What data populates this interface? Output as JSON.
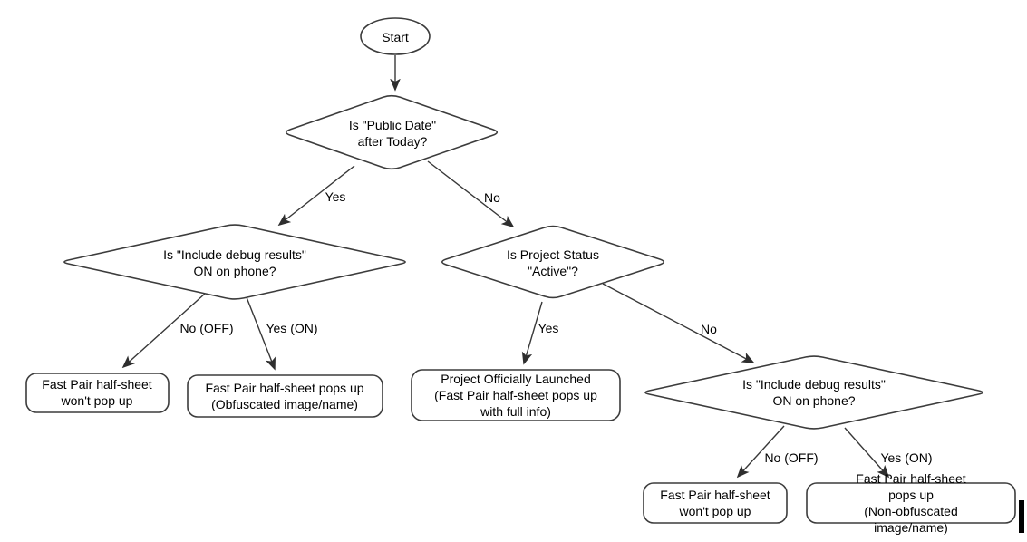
{
  "flowchart": {
    "nodes": {
      "start": "Start",
      "public_date": "Is \"Public Date\"\nafter Today?",
      "debug_left": "Is \"Include debug results\"\nON on phone?",
      "project_status": "Is Project Status\n\"Active\"?",
      "debug_right": "Is \"Include debug results\"\nON on phone?",
      "wont_pop_up_left": "Fast Pair half-sheet\nwon't pop up",
      "pops_up_obfuscated": "Fast Pair half-sheet pops up\n(Obfuscated image/name)",
      "officially_launched": "Project Officially Launched\n(Fast Pair half-sheet pops up\nwith full info)",
      "wont_pop_up_right": "Fast Pair half-sheet\nwon't pop up",
      "pops_up_non_obfuscated": "Fast Pair half-sheet pops up\n(Non-obfuscated image/name)"
    },
    "edge_labels": {
      "public_date_yes": "Yes",
      "public_date_no": "No",
      "debug_left_no": "No (OFF)",
      "debug_left_yes": "Yes (ON)",
      "project_status_yes": "Yes",
      "project_status_no": "No",
      "debug_right_no": "No (OFF)",
      "debug_right_yes": "Yes (ON)"
    },
    "colors": {
      "background": "#ffffff",
      "stroke": "#3c3c3c",
      "text": "#000000"
    }
  }
}
